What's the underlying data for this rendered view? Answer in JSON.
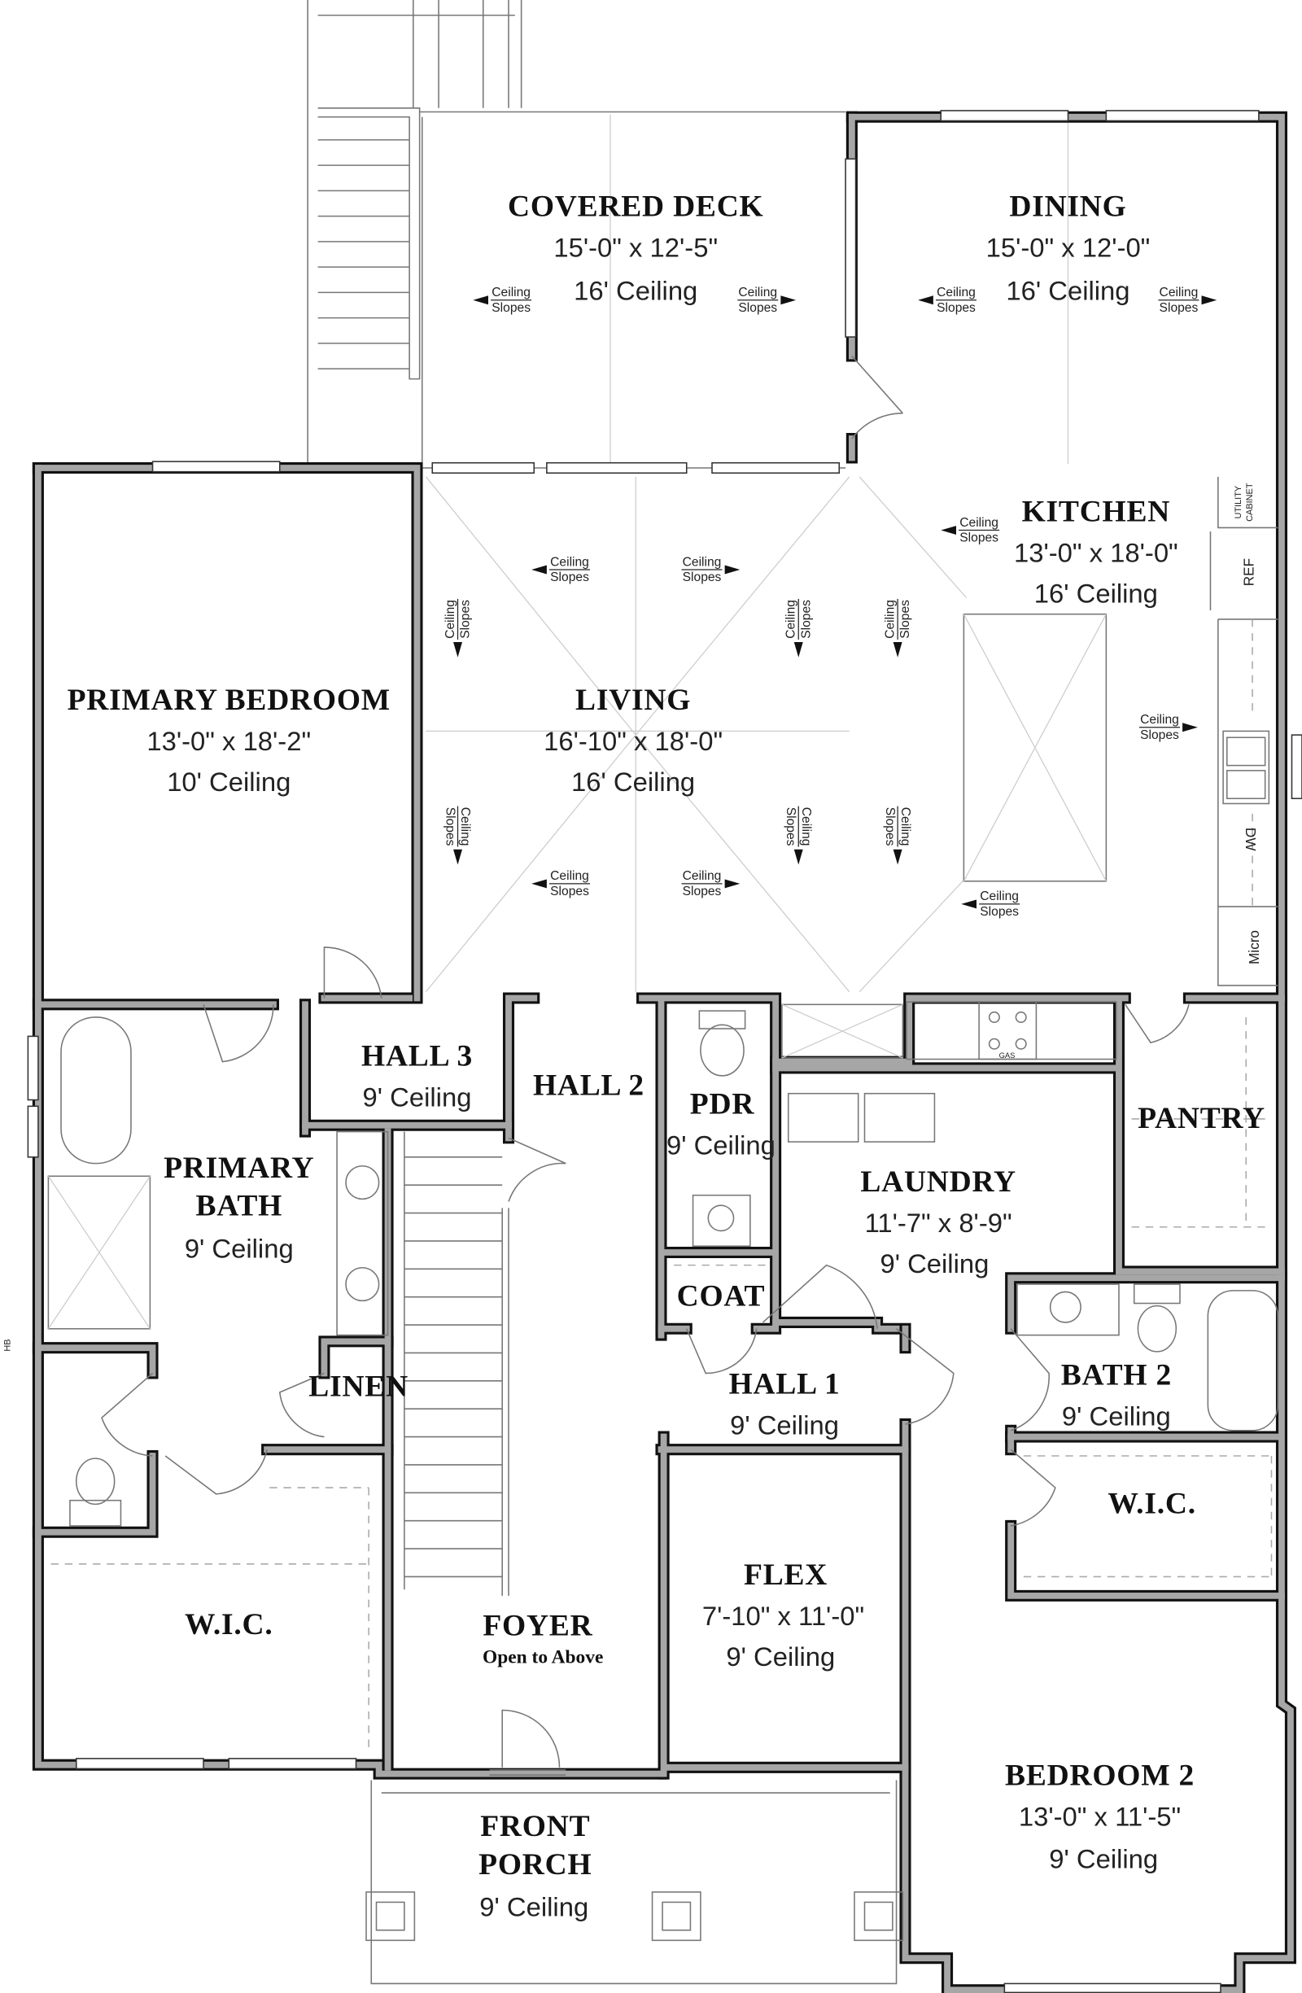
{
  "plan": {
    "rooms": {
      "covered_deck": {
        "name": "COVERED DECK",
        "size": "15'-0\" x 12'-5\"",
        "ceiling": "16' Ceiling"
      },
      "dining": {
        "name": "DINING",
        "size": "15'-0\" x 12'-0\"",
        "ceiling": "16' Ceiling"
      },
      "kitchen": {
        "name": "KITCHEN",
        "size": "13'-0\" x 18'-0\"",
        "ceiling": "16' Ceiling"
      },
      "primary_bedroom": {
        "name": "PRIMARY BEDROOM",
        "size": "13'-0\" x 18'-2\"",
        "ceiling": "10' Ceiling"
      },
      "living": {
        "name": "LIVING",
        "size": "16'-10\" x 18'-0\"",
        "ceiling": "16' Ceiling"
      },
      "hall_3": {
        "name": "HALL 3",
        "ceiling": "9' Ceiling"
      },
      "hall_2": {
        "name": "HALL 2"
      },
      "pdr": {
        "name": "PDR",
        "ceiling": "9' Ceiling"
      },
      "pantry": {
        "name": "PANTRY"
      },
      "laundry": {
        "name": "LAUNDRY",
        "size": "11'-7\" x 8'-9\"",
        "ceiling": "9' Ceiling"
      },
      "primary_bath": {
        "name_line1": "PRIMARY",
        "name_line2": "BATH",
        "ceiling": "9' Ceiling"
      },
      "coat": {
        "name": "COAT"
      },
      "linen": {
        "name": "LINEN"
      },
      "hall_1": {
        "name": "HALL 1",
        "ceiling": "9' Ceiling"
      },
      "bath_2": {
        "name": "BATH 2",
        "ceiling": "9' Ceiling"
      },
      "wic_right": {
        "name": "W.I.C."
      },
      "wic_left": {
        "name": "W.I.C."
      },
      "foyer": {
        "name": "FOYER",
        "note": "Open to Above"
      },
      "flex": {
        "name": "FLEX",
        "size": "7'-10\" x 11'-0\"",
        "ceiling": "9' Ceiling"
      },
      "bedroom_2": {
        "name": "BEDROOM 2",
        "size": "13'-0\" x 11'-5\"",
        "ceiling": "9' Ceiling"
      },
      "front_porch": {
        "name_line1": "FRONT",
        "name_line2": "PORCH",
        "ceiling": "9' Ceiling"
      }
    },
    "slope_note": {
      "line1": "Ceiling",
      "line2": "Slopes"
    },
    "fixtures": {
      "utility_cabinet_1": "UTILITY",
      "utility_cabinet_2": "CABINET",
      "refrigerator": "REF",
      "dishwasher": "DW",
      "microwave": "Micro",
      "gas": "GAS",
      "hose_bib": "HB"
    },
    "colors": {
      "wall_fill": "#a6a6a6",
      "wall_outline": "#111111",
      "background": "#ffffff"
    }
  }
}
